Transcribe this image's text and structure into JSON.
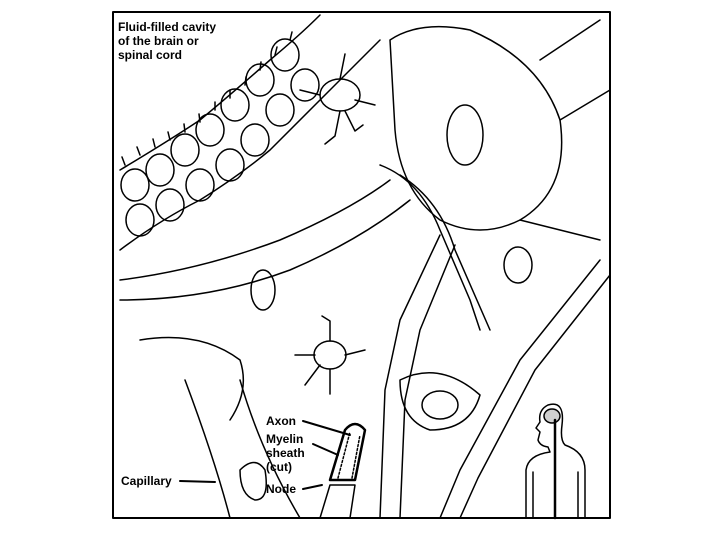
{
  "labels": {
    "cavity": [
      "Fluid-filled cavity",
      "of the brain or",
      "spinal cord"
    ],
    "axon": "Axon",
    "myelin": [
      "Myelin",
      "sheath",
      "(cut)"
    ],
    "node": "Node",
    "capillary": "Capillary"
  },
  "colors": {
    "line": "#000000",
    "background": "#ffffff",
    "brain": "#cfcfcf"
  }
}
